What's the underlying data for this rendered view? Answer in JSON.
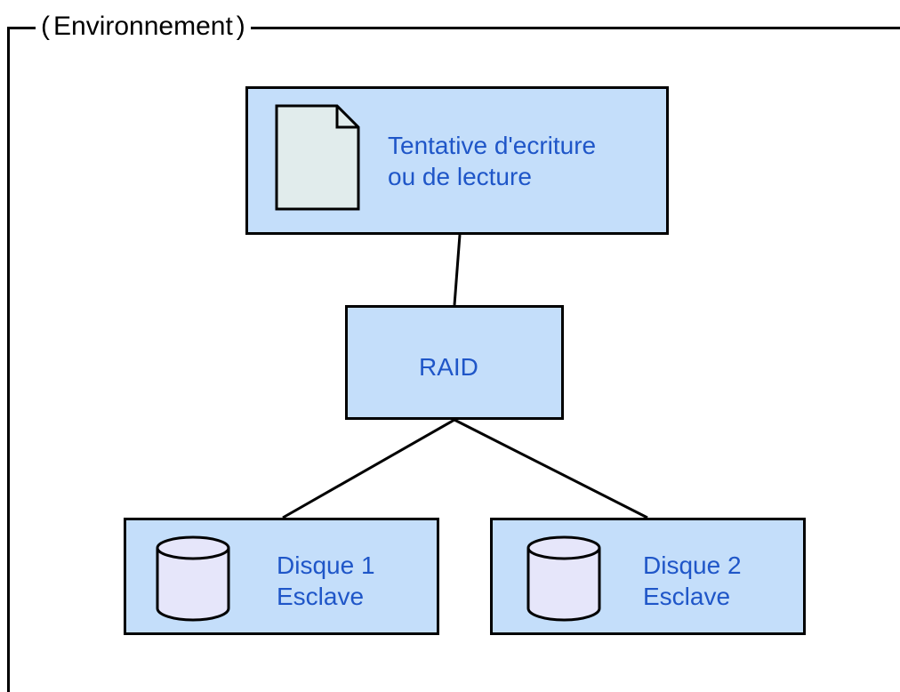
{
  "frame": {
    "title": "Environnement",
    "brace_left": "(",
    "brace_right": ")"
  },
  "nodes": {
    "request": {
      "line1": "Tentative d'ecriture",
      "line2": "ou de lecture",
      "icon": "document-icon"
    },
    "raid": {
      "label": "RAID"
    },
    "disk1": {
      "line1": "Disque 1",
      "line2": "Esclave",
      "icon": "database-icon"
    },
    "disk2": {
      "line1": "Disque 2",
      "line2": "Esclave",
      "icon": "database-icon"
    }
  },
  "colors": {
    "node_fill": "#c4defa",
    "node_text": "#1f56c8",
    "document_fill": "#e1ecec",
    "database_fill": "#e6e6fa",
    "stroke": "#000000"
  }
}
